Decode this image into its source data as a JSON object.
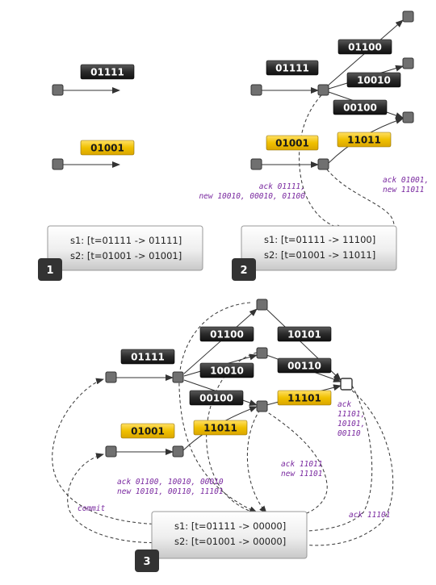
{
  "panel1": {
    "labels": [
      "01111",
      "01001"
    ],
    "lines": [
      "s1: [t=01111 -> 01111]",
      "s2: [t=01001 -> 01001]"
    ],
    "step": "1"
  },
  "panel2": {
    "labels": [
      "01111",
      "01001",
      "01100",
      "10010",
      "00100",
      "11011"
    ],
    "lines": [
      "s1: [t=01111 -> 11100]",
      "s2: [t=01001 -> 11011]"
    ],
    "ann_left": [
      "ack 01111,",
      "new 10010, 00010, 01100"
    ],
    "ann_right": [
      "ack 01001,",
      "new 11011"
    ],
    "step": "2"
  },
  "panel3": {
    "labels": [
      "01111",
      "01001",
      "01100",
      "10010",
      "00100",
      "11011",
      "10101",
      "00110",
      "11101"
    ],
    "lines": [
      "s1: [t=01111 -> 00000]",
      "s2: [t=01001 -> 00000]"
    ],
    "ann_center": [
      "ack 01100, 10010, 00010",
      "new 10101, 00110, 11101"
    ],
    "ann_right_top": [
      "ack",
      "11101,",
      "10101,",
      "00110"
    ],
    "ann_mid": [
      "ack 11011",
      "new 11101"
    ],
    "ann_commit": "commit",
    "ann_bottom": "ack 11101",
    "step": "3"
  },
  "colors": {
    "dark_label": "#2b2b2b",
    "gold_label": "#e8b800",
    "node": "#707070",
    "annotation": "#7a2aa0"
  }
}
